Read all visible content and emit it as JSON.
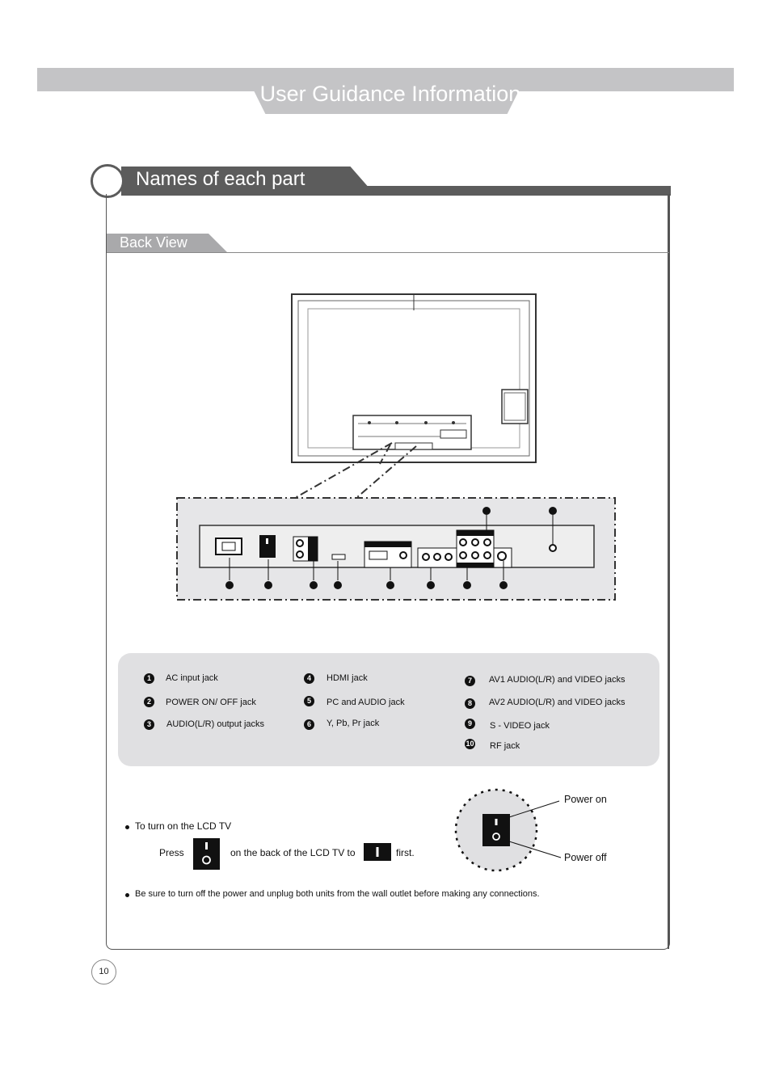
{
  "header": {
    "title": "User Guidance Information"
  },
  "section": {
    "title": "Names of each part"
  },
  "subsection": {
    "title": "Back View"
  },
  "legend": [
    {
      "num": "1",
      "label": "AC input jack"
    },
    {
      "num": "2",
      "label": "POWER ON/ OFF jack"
    },
    {
      "num": "3",
      "label": "AUDIO(L/R) output jacks"
    },
    {
      "num": "4",
      "label": "HDMI jack"
    },
    {
      "num": "5",
      "label": "PC and AUDIO jack"
    },
    {
      "num": "6",
      "label": "Y, Pb, Pr jack"
    },
    {
      "num": "7",
      "label": "AV1 AUDIO(L/R) and VIDEO jacks"
    },
    {
      "num": "8",
      "label": "AV2 AUDIO(L/R) and VIDEO jacks"
    },
    {
      "num": "9",
      "label": "S - VIDEO jack"
    },
    {
      "num": "10",
      "label": "RF jack"
    }
  ],
  "instructions": {
    "turn_on": "To turn on the LCD TV",
    "press": "Press",
    "on_back": "on the back of the LCD TV to",
    "first": "first.",
    "power_on": "Power on",
    "power_off": "Power off",
    "warning": "Be sure to turn off the power and unplug both units from the wall outlet before making any connections."
  },
  "page_number": "10"
}
